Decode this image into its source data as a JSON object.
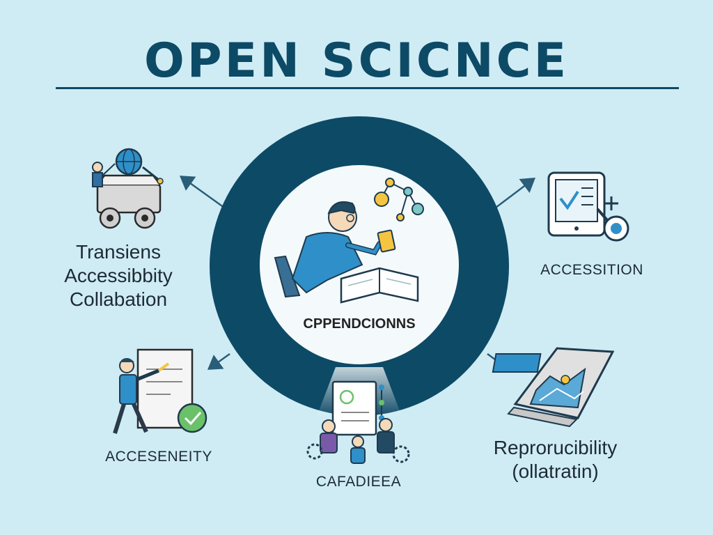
{
  "title": "OPEN SCICNCE",
  "center": {
    "label": "CPPENDCIONNS"
  },
  "nodes": {
    "top_left": {
      "lines": [
        "Transiens",
        "Accessibbity",
        "Collabation"
      ]
    },
    "top_right": {
      "label": "ACCESSITION"
    },
    "bottom_left": {
      "label": "ACCESENEITY"
    },
    "bottom_center": {
      "label": "CAFADIEEA"
    },
    "bottom_right": {
      "lines": [
        "Reprorucibility",
        "(ollatratin)"
      ]
    }
  },
  "colors": {
    "background": "#cfecf5",
    "ring": "#0d4a66",
    "accent_blue": "#2f8fc9",
    "accent_yellow": "#f5c542",
    "accent_green": "#6ac16a"
  }
}
